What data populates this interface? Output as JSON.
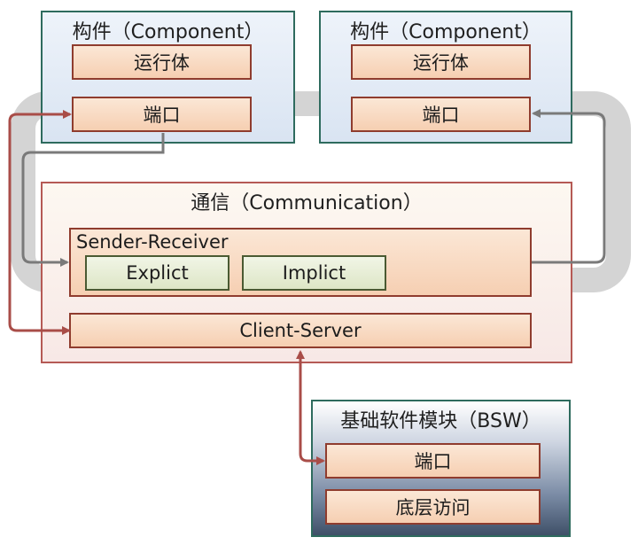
{
  "component_left": {
    "title": "构件（Component）",
    "runtime": "运行体",
    "port": "端口"
  },
  "component_right": {
    "title": "构件（Component）",
    "runtime": "运行体",
    "port": "端口"
  },
  "communication": {
    "title": "通信（Communication）",
    "sender_receiver": {
      "title": "Sender-Receiver",
      "explicit": "Explict",
      "implicit": "Implict"
    },
    "client_server": "Client-Server"
  },
  "bsw": {
    "title": "基础软件模块（BSW）",
    "port": "端口",
    "low_level_access": "底层访问"
  },
  "colors": {
    "gray_arrow": "#7a7a7a",
    "red_arrow": "#a94d48",
    "ring": "#d4d4d4"
  }
}
